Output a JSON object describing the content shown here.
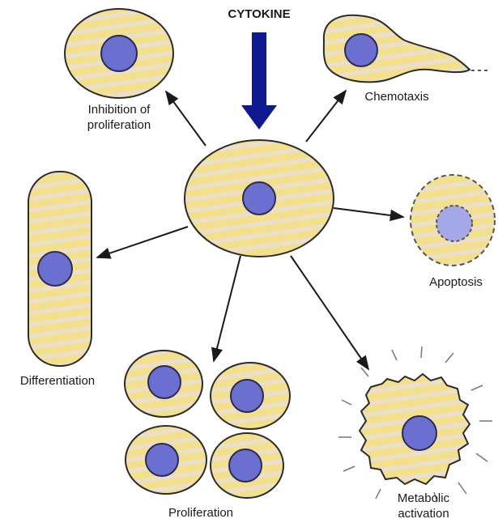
{
  "diagram": {
    "title": "CYTOKINE",
    "labels": {
      "inhibition_line1": "Inhibition of",
      "inhibition_line2": "proliferation",
      "chemotaxis": "Chemotaxis",
      "apoptosis": "Apoptosis",
      "differentiation": "Differentiation",
      "proliferation": "Proliferation",
      "metabolic_line1": "Metabolic",
      "metabolic_line2": "activation"
    },
    "colors": {
      "cell_fill": "#f3e08a",
      "cell_stripe": "#eadfcf",
      "cell_outline": "#2b2b2b",
      "nucleus": "#6a6fd0",
      "nucleus_outline": "#2a2a55",
      "apoptosis_nucleus": "#a4a8e6",
      "cytokine_arrow": "#0d1a8f",
      "arrow": "#1a1a1a"
    }
  }
}
